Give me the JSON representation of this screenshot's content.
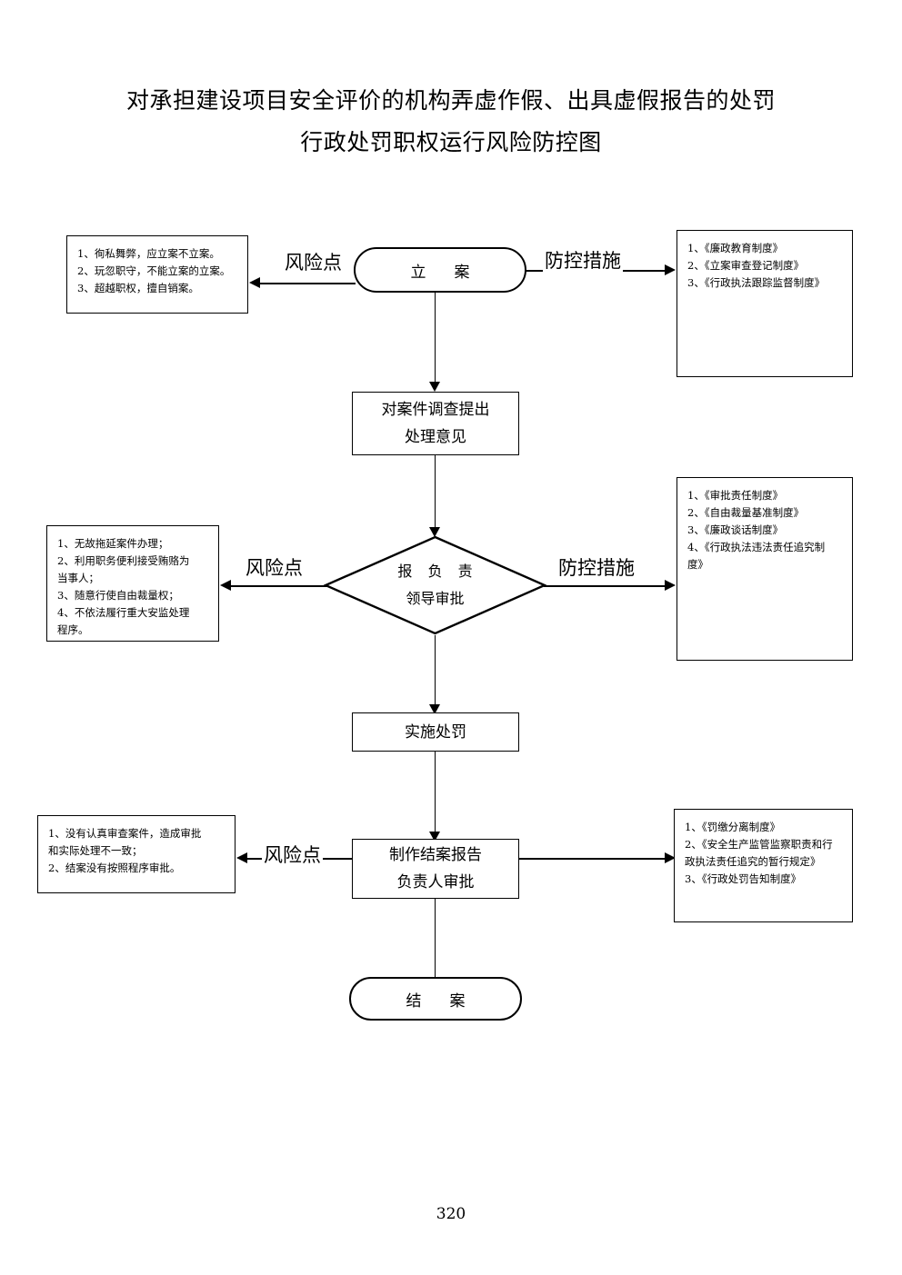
{
  "document": {
    "title_line_1": "对承担建设项目安全评价的机构弄虚作假、出具虚假报告的处罚",
    "title_line_2": "行政处罚职权运行风险防控图",
    "page_number": "320"
  },
  "labels": {
    "risk_point": "风险点",
    "control_measure": "防控措施"
  },
  "flow": {
    "start": "立　案",
    "step_investigate_l1": "对案件调查提出",
    "step_investigate_l2": "处理意见",
    "decision_l1": "报 负 责",
    "decision_l2": "领导审批",
    "step_penalty": "实施处罚",
    "step_closing_l1": "制作结案报告",
    "step_closing_l2": "负责人审批",
    "end": "结　案"
  },
  "risks": {
    "filing": [
      "1、徇私舞弊，应立案不立案。",
      "2、玩忽职守，不能立案的立案。",
      "3、超越职权，擅自销案。"
    ],
    "approval": [
      "1、无故拖延案件办理；",
      "2、利用职务便利接受贿赂为",
      "当事人；",
      "3、随意行使自由裁量权；",
      "4、不依法履行重大安监处理",
      "程序。"
    ],
    "closing": [
      "1、没有认真审查案件，造成审批",
      "和实际处理不一致；",
      "2、结案没有按照程序审批。"
    ]
  },
  "controls": {
    "filing": [
      "1、《廉政教育制度》",
      "2、《立案审查登记制度》",
      "3、《行政执法跟踪监督制度》"
    ],
    "approval": [
      "1、《审批责任制度》",
      "2、《自由裁量基准制度》",
      "3、《廉政谈话制度》",
      "4、《行政执法违法责任追究制",
      "度》"
    ],
    "closing": [
      "1、《罚缴分离制度》",
      "2、《安全生产监管监察职责和行",
      "政执法责任追究的暂行规定》",
      "3、《行政处罚告知制度》"
    ]
  }
}
